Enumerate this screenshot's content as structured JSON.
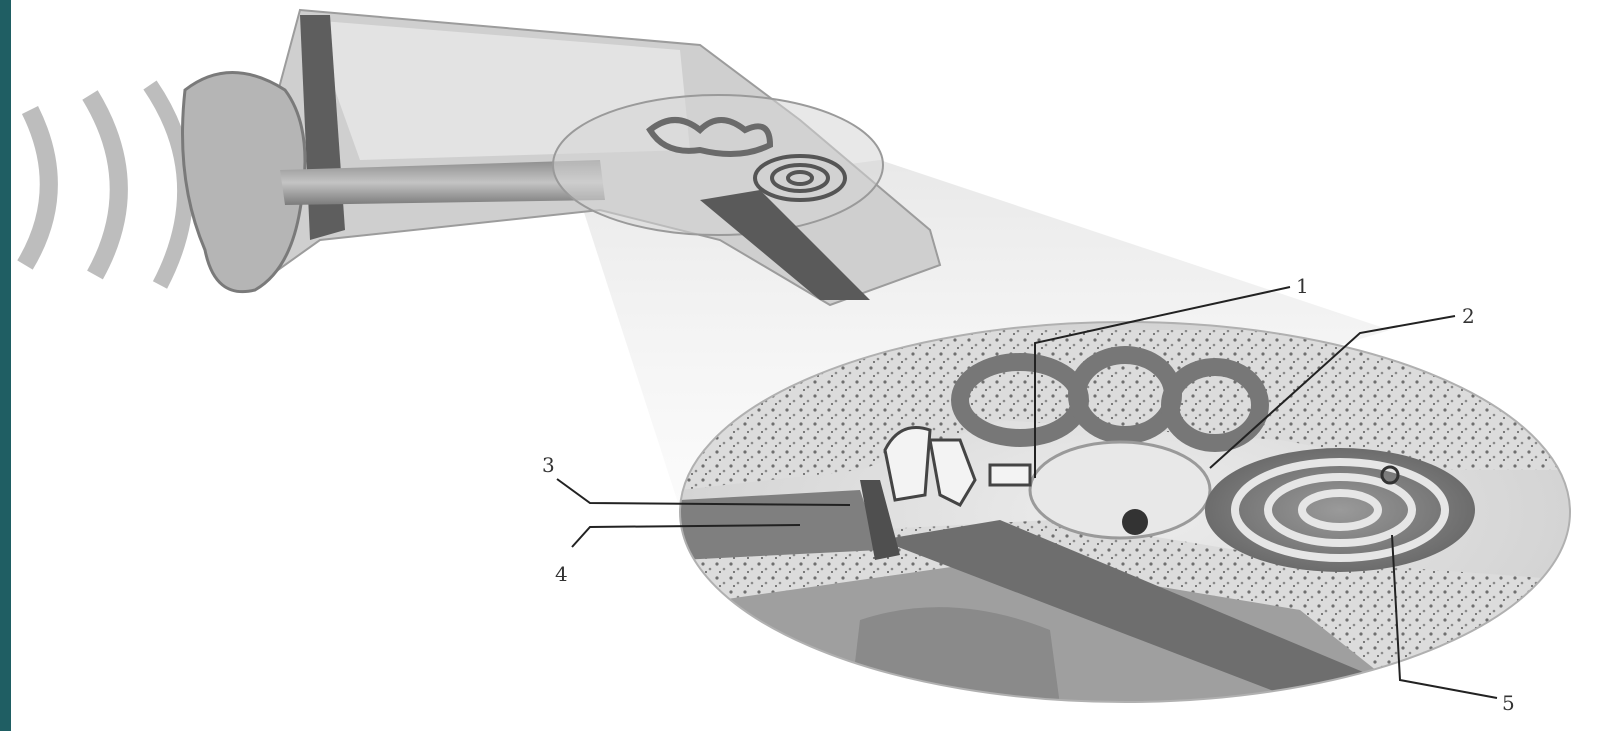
{
  "colors": {
    "left_bar": "#1f5e63",
    "tissue_light": "#d9d9d9",
    "tissue_mid": "#a8a8a8",
    "tissue_dark": "#555555",
    "leader_line": "#222222"
  },
  "labels": {
    "l1": "1",
    "l2": "2",
    "l3": "3",
    "l4": "4",
    "l5": "5"
  }
}
